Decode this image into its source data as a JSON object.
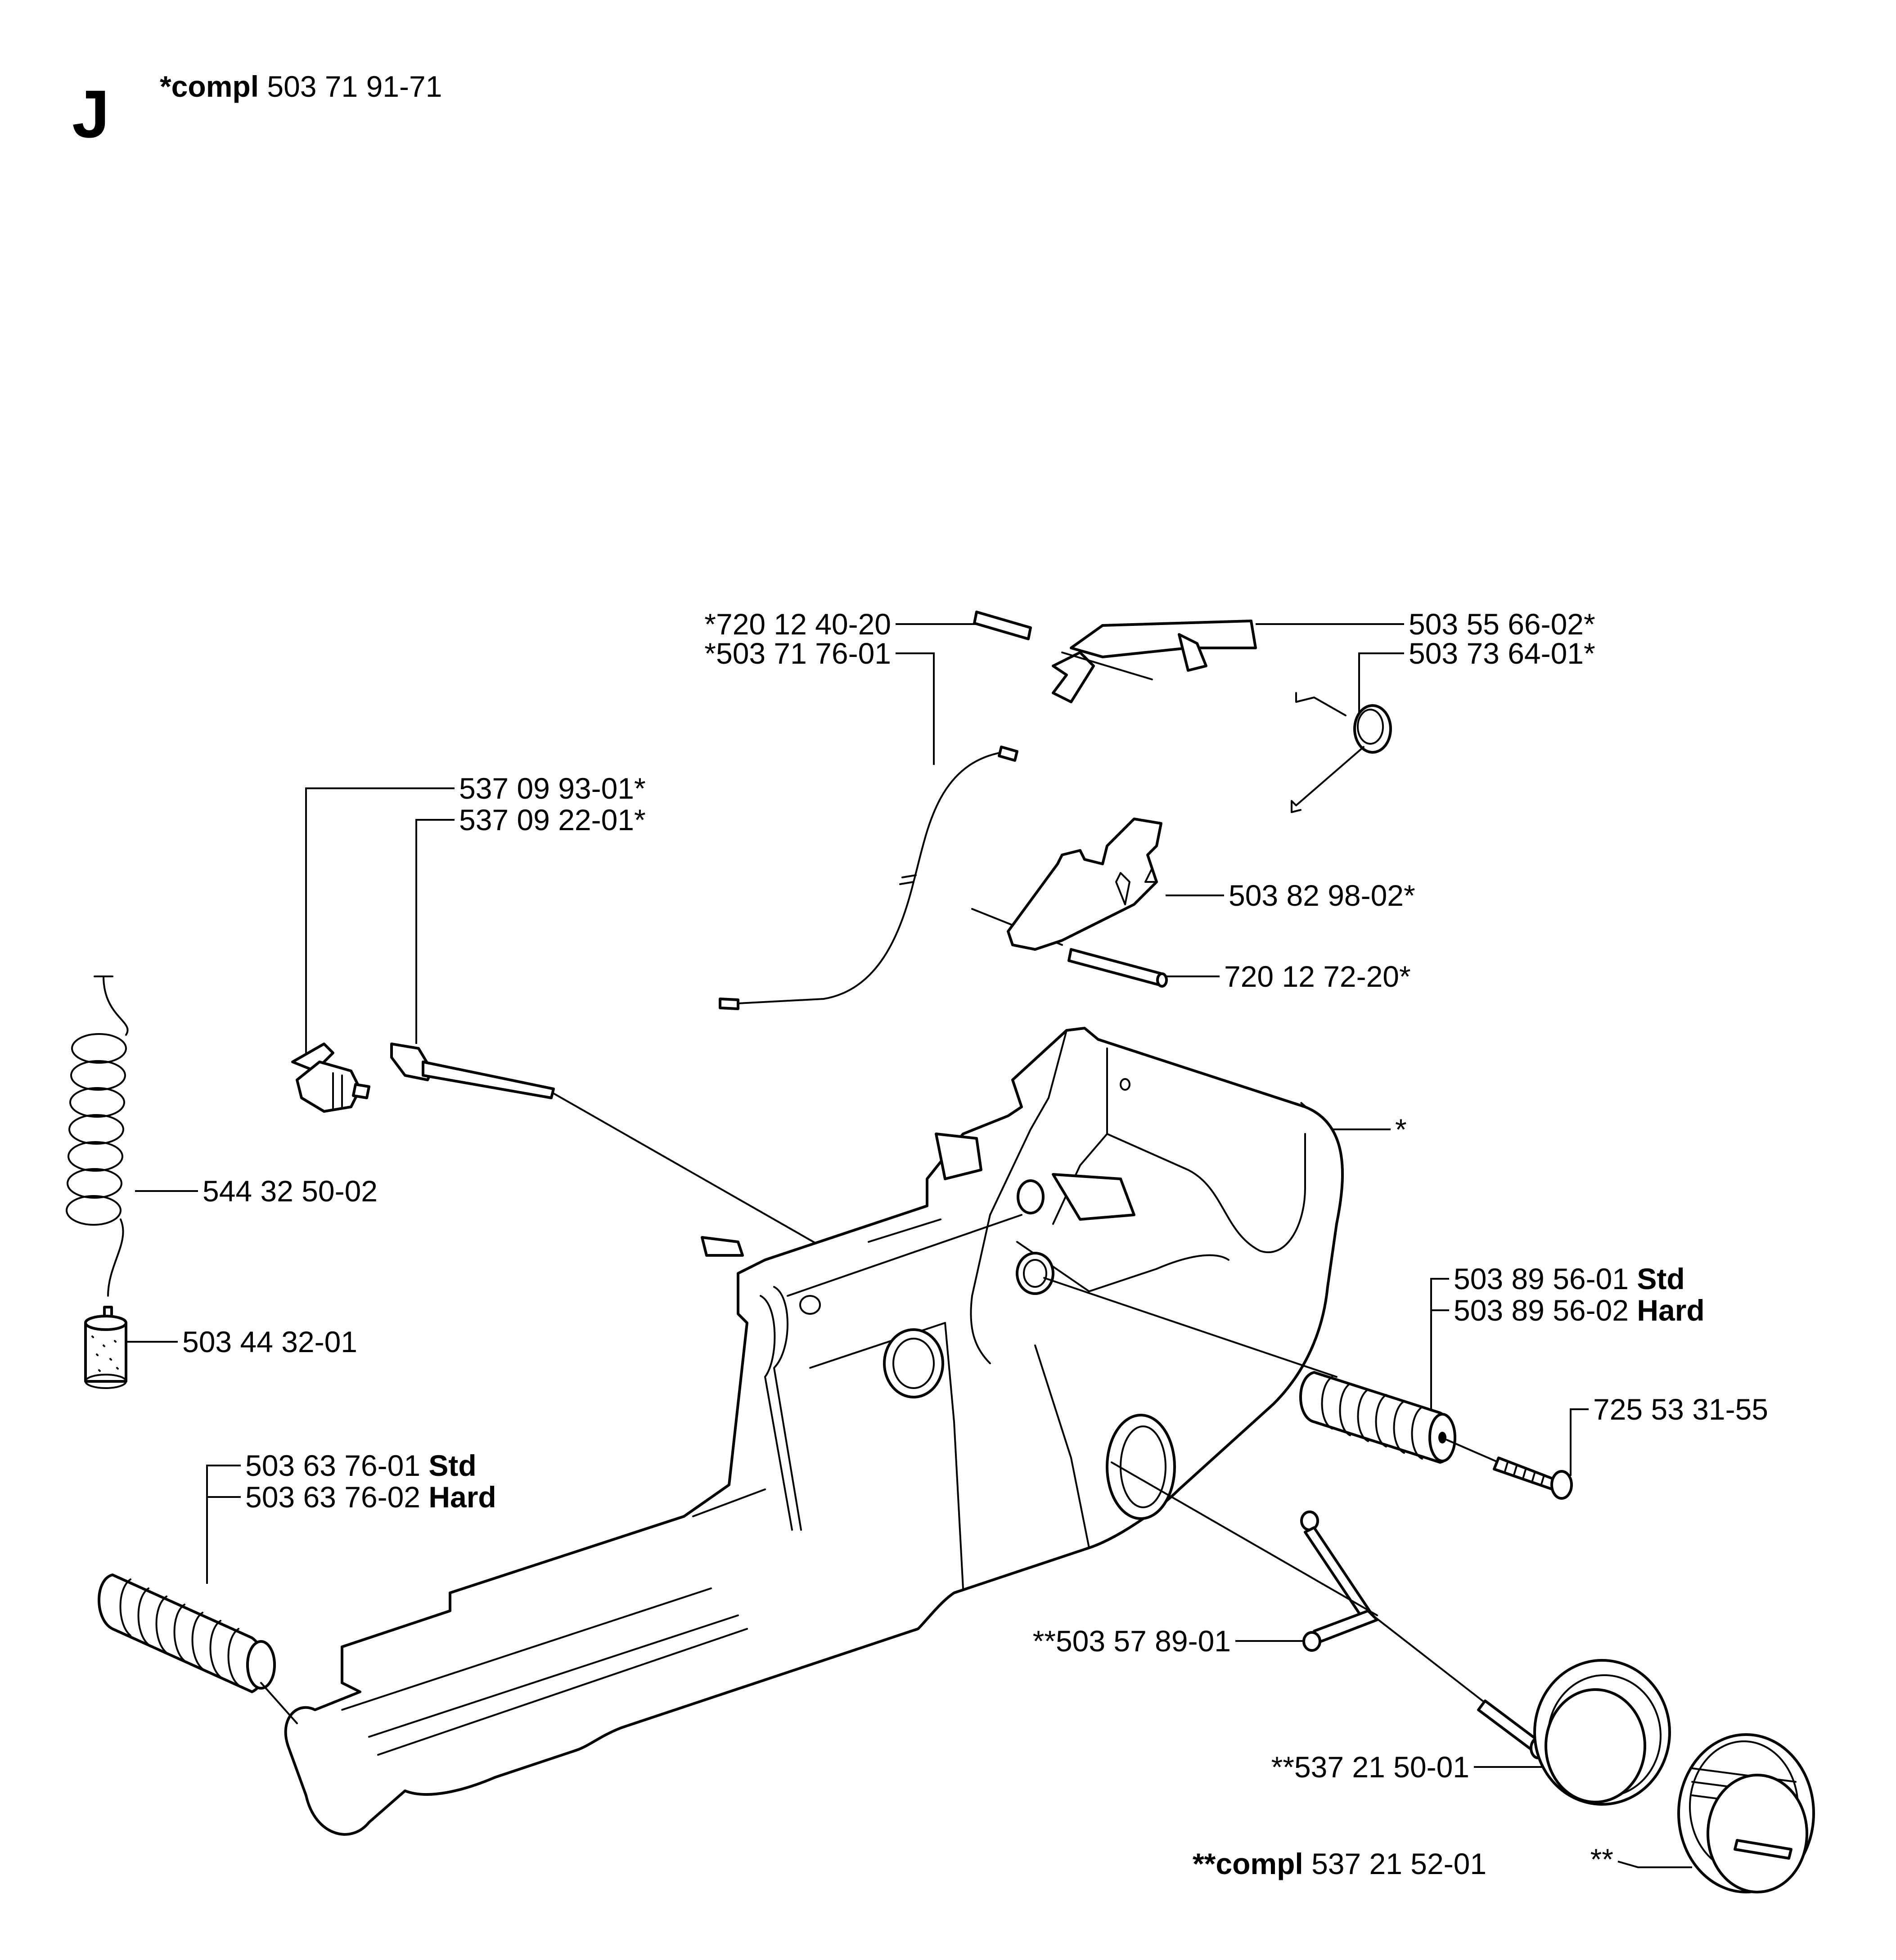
{
  "section_letter": "J",
  "header": {
    "prefix": "*compl",
    "number": "503 71 91-71"
  },
  "callouts": {
    "c1": {
      "num": "*720 12 40-20"
    },
    "c2": {
      "num": "*503 71 76-01"
    },
    "c3": {
      "num": "503 55 66-02*"
    },
    "c4": {
      "num": "503 73 64-01*"
    },
    "c5": {
      "num": "537 09 93-01*"
    },
    "c6": {
      "num": "537 09 22-01*"
    },
    "c7": {
      "num": "503 82 98-02*"
    },
    "c8": {
      "num": "720 12 72-20*"
    },
    "c9": {
      "num": "*"
    },
    "c10": {
      "num": "544 32 50-02"
    },
    "c11": {
      "num": "503 89 56-01",
      "variant": "Std"
    },
    "c12": {
      "num": "503 89 56-02",
      "variant": "Hard"
    },
    "c13": {
      "num": "503 44 32-01"
    },
    "c14": {
      "num": "725 53 31-55"
    },
    "c15": {
      "num": "503 63 76-01",
      "variant": "Std"
    },
    "c16": {
      "num": "503 63 76-02",
      "variant": "Hard"
    },
    "c17": {
      "num": "**503 57 89-01"
    },
    "c18": {
      "num": "**537 21 50-01"
    },
    "c19": {
      "num": "**"
    }
  },
  "footer": {
    "prefix": "**compl",
    "number": "537 21 52-01"
  }
}
